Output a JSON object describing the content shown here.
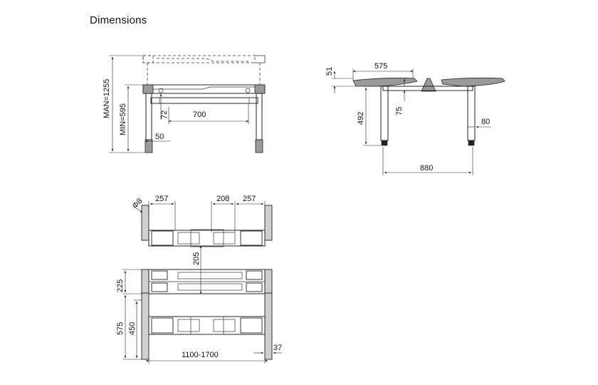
{
  "title": "Dimensions",
  "front_view": {
    "max_height_label": "MAN=1255",
    "min_height_label": "MIN=595",
    "beam_length": "700",
    "beam_offset": "72",
    "foot_width": "50"
  },
  "side_view": {
    "top_thickness": "51",
    "top_width": "575",
    "leg_height": "492",
    "beam_drop": "75",
    "foot_length": "880",
    "leg_width": "80"
  },
  "top_view": {
    "hole_diameter": "Φ8",
    "left_bracket_width": "257",
    "middle_gap": "208",
    "right_bracket_width": "257",
    "center_spacing": "205",
    "center_block": "225",
    "lower_span": "575",
    "bracket_depth": "450",
    "frame_width_range": "1100-1700",
    "leg_offset": "37"
  }
}
